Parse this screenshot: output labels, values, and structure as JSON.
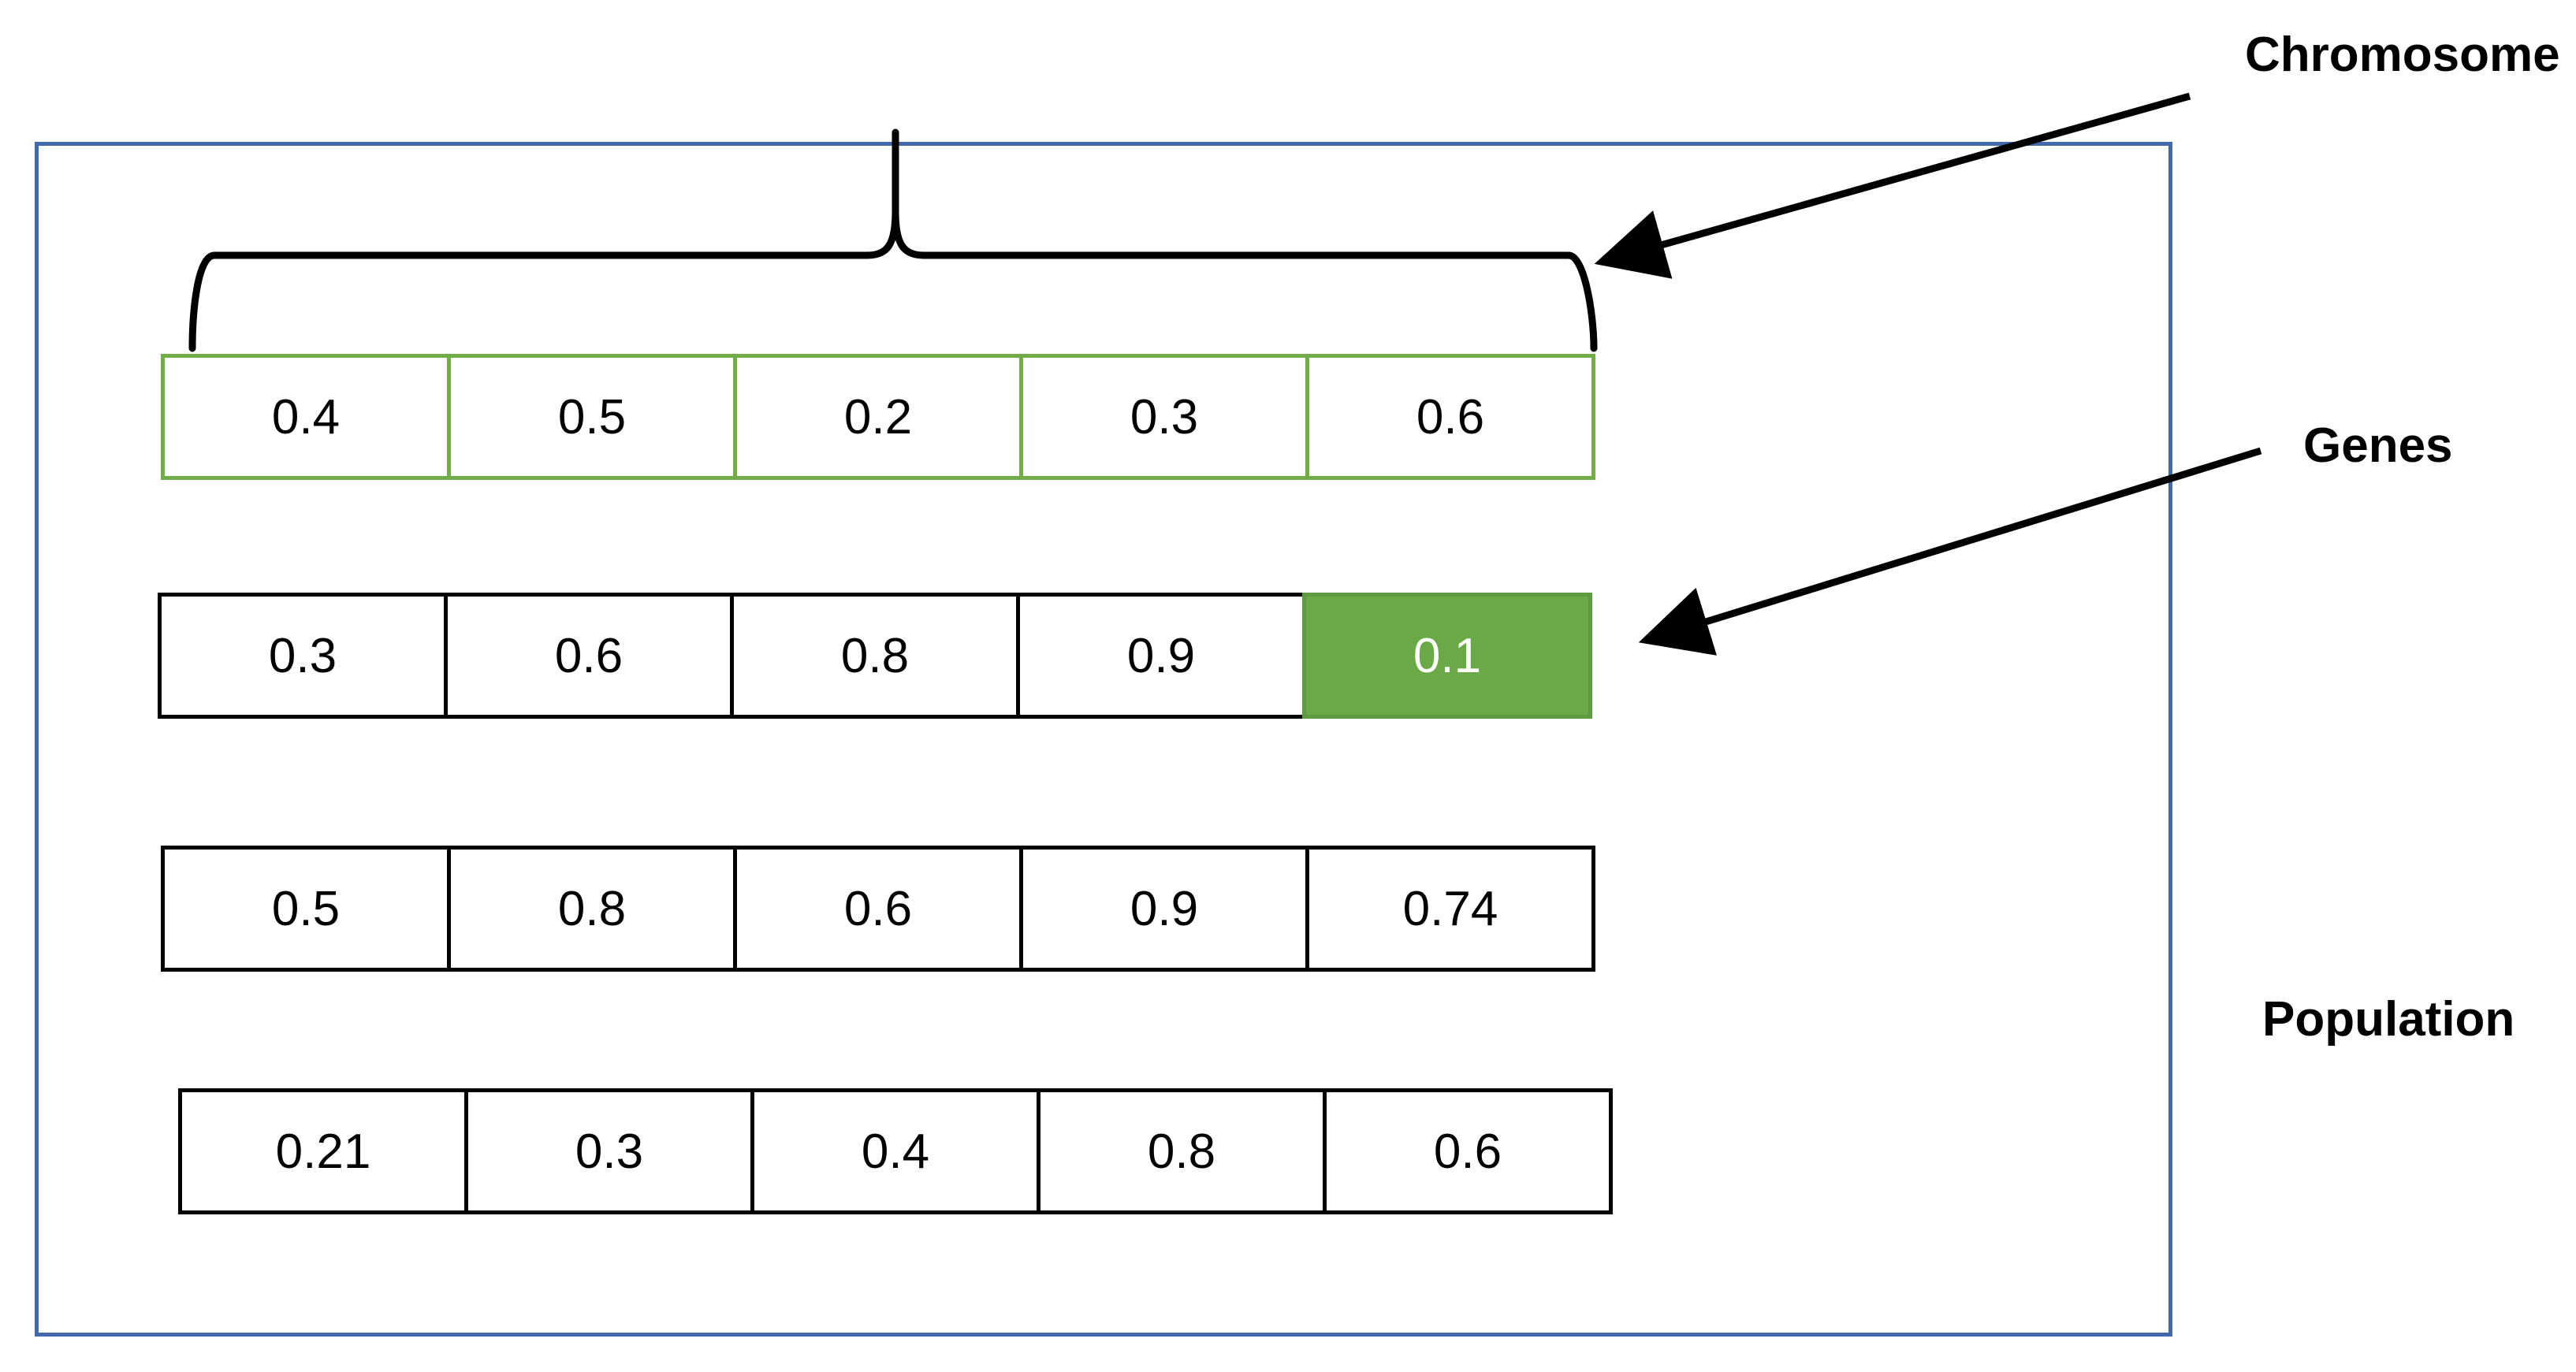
{
  "labels": {
    "chromosome": "Chromosome",
    "genes": "Genes",
    "population": "Population"
  },
  "colors": {
    "population_border": "#4468AE",
    "chromosome_outline": "#70AD47",
    "highlighted_gene_fill": "#6AAA46",
    "cell_border": "#000000"
  },
  "population": [
    {
      "outlined": true,
      "genes": [
        "0.4",
        "0.5",
        "0.2",
        "0.3",
        "0.6"
      ]
    },
    {
      "outlined": false,
      "genes": [
        "0.3",
        "0.6",
        "0.8",
        "0.9",
        "0.1"
      ],
      "highlighted_gene": 4
    },
    {
      "outlined": false,
      "genes": [
        "0.5",
        "0.8",
        "0.6",
        "0.9",
        "0.74"
      ]
    },
    {
      "outlined": false,
      "genes": [
        "0.21",
        "0.3",
        "0.4",
        "0.8",
        "0.6"
      ]
    }
  ]
}
